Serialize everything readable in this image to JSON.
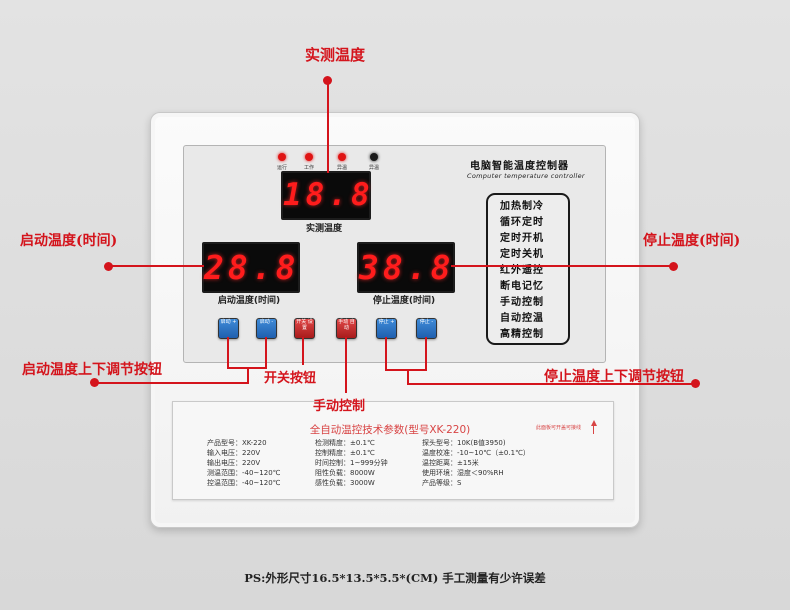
{
  "callouts": {
    "measured": "实测温度",
    "start_temp": "启动温度(时间)",
    "stop_temp": "停止温度(时间)",
    "start_adjust": "启动温度上下调节按钮",
    "power": "开关按钮",
    "manual": "手动控制",
    "stop_adjust": "停止温度上下调节按钮"
  },
  "device": {
    "title": "电脑智能温度控制器",
    "subtitle": "Computer temperature controller",
    "leds": [
      {
        "label": "运行",
        "color": "#e01414"
      },
      {
        "label": "工作",
        "color": "#e01414"
      },
      {
        "label": "异温",
        "color": "#e01414"
      },
      {
        "label": "异温",
        "color": "#1a1a1a"
      }
    ],
    "displays": {
      "measured": {
        "value": "18.8",
        "label": "实测温度"
      },
      "start": {
        "value": "28.8",
        "label": "启动温度(时间)"
      },
      "stop": {
        "value": "38.8",
        "label": "停止温度(时间)"
      }
    },
    "features": [
      "加热制冷",
      "循环定时",
      "定时开机",
      "定时关机",
      "红外遥控",
      "断电记忆",
      "手动控制",
      "自动控温",
      "高精控制"
    ],
    "buttons": {
      "start_up": "启动 +",
      "start_down": "启动 -",
      "power": "开关 设置",
      "manual": "手动 自动",
      "stop_up": "停止 +",
      "stop_down": "停止 -"
    }
  },
  "spec": {
    "title": "全自动温控技术参数(型号XK-220)",
    "note": "此面板可开盖可接线",
    "col1": [
      "产品型号：XK-220",
      "输入电压：220V",
      "输出电压：220V",
      "测温范围：-40~120℃",
      "控温范围：-40~120℃"
    ],
    "col2": [
      "检测精度：±0.1℃",
      "控制精度：±0.1℃",
      "时间控制：1~999分钟",
      "阻性负载：8000W",
      "感性负载：3000W"
    ],
    "col3": [
      "探头型号：10K(B值3950)",
      "温度校准：-10~10℃（±0.1℃）",
      "温控距离：±15米",
      "使用环境：湿度＜90%RH",
      "产品等级：S"
    ]
  },
  "footer": "PS:外形尺寸16.5*13.5*5.5*(CM) 手工测量有少许误差",
  "colors": {
    "callout": "#d4141c",
    "digit": "#ff1c1c",
    "button_blue": "#2a6fc4",
    "button_red": "#c42424"
  }
}
